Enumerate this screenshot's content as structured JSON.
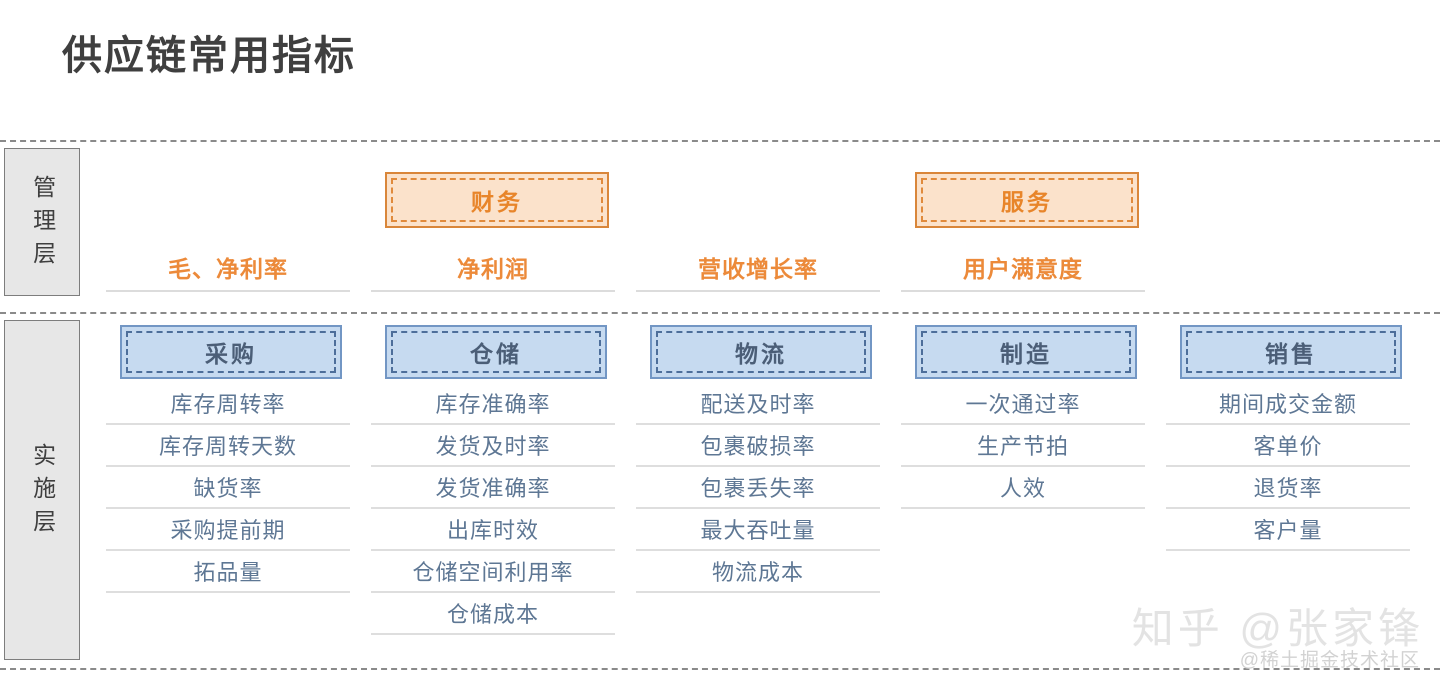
{
  "page": {
    "title": "供应链常用指标"
  },
  "layers": {
    "management": {
      "label": "管理层",
      "categories": [
        {
          "column": 1,
          "label": "财务"
        },
        {
          "column": 3,
          "label": "服务"
        }
      ],
      "metrics": [
        "毛、净利率",
        "净利润",
        "营收增长率",
        "用户满意度"
      ]
    },
    "implementation": {
      "label": "实施层",
      "units": [
        {
          "name": "采购",
          "metrics": [
            "库存周转率",
            "库存周转天数",
            "缺货率",
            "采购提前期",
            "拓品量"
          ]
        },
        {
          "name": "仓储",
          "metrics": [
            "库存准确率",
            "发货及时率",
            "发货准确率",
            "出库时效",
            "仓储空间利用率",
            "仓储成本"
          ]
        },
        {
          "name": "物流",
          "metrics": [
            "配送及时率",
            "包裹破损率",
            "包裹丢失率",
            "最大吞吐量",
            "物流成本"
          ]
        },
        {
          "name": "制造",
          "metrics": [
            "一次通过率",
            "生产节拍",
            "人效"
          ]
        },
        {
          "name": "销售",
          "metrics": [
            "期间成交金额",
            "客单价",
            "退货率",
            "客户量"
          ]
        }
      ]
    }
  },
  "watermark": {
    "main": "知乎 @张家锋",
    "sub": "@稀土掘金技术社区"
  },
  "colors": {
    "title_text": "#3f3f3f",
    "management_accent": "#ec8a3a",
    "management_box_fill": "#fbe2cb",
    "management_box_border": "#d9863a",
    "implementation_accent": "#4b5e77",
    "implementation_box_fill": "#c6daf0",
    "implementation_box_border": "#7296c4",
    "metric_text": "#5e7794",
    "rule": "#dedede",
    "layer_label_fill": "#e7e7e7",
    "layer_label_border": "#7d7d7d",
    "divider": "#8a8a8a"
  }
}
